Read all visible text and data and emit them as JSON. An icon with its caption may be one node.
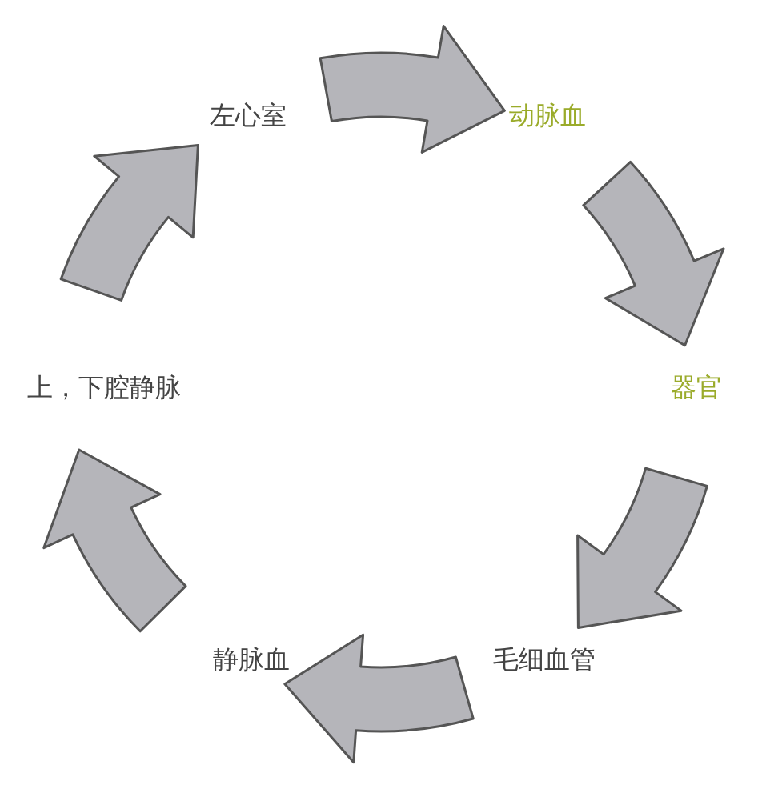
{
  "diagram": {
    "nodes": [
      {
        "text": [
          "左心室"
        ]
      },
      {
        "text": [
          "动脉血"
        ]
      },
      {
        "text": [
          "器官"
        ]
      },
      {
        "text": [
          "毛细血管"
        ]
      },
      {
        "text": [
          "静脉血"
        ]
      },
      {
        "text": [
          "上，下腔静脉"
        ]
      }
    ],
    "edges": [
      {
        "from": 0,
        "to": 1,
        "arrow": "to"
      },
      {
        "from": 1,
        "to": 2,
        "arrow": "to"
      },
      {
        "from": 2,
        "to": 3,
        "arrow": "to"
      },
      {
        "from": 3,
        "to": 4,
        "arrow": "to"
      },
      {
        "from": 4,
        "to": 5,
        "arrow": "to"
      },
      {
        "from": 5,
        "to": 0,
        "arrow": "to"
      }
    ]
  }
}
